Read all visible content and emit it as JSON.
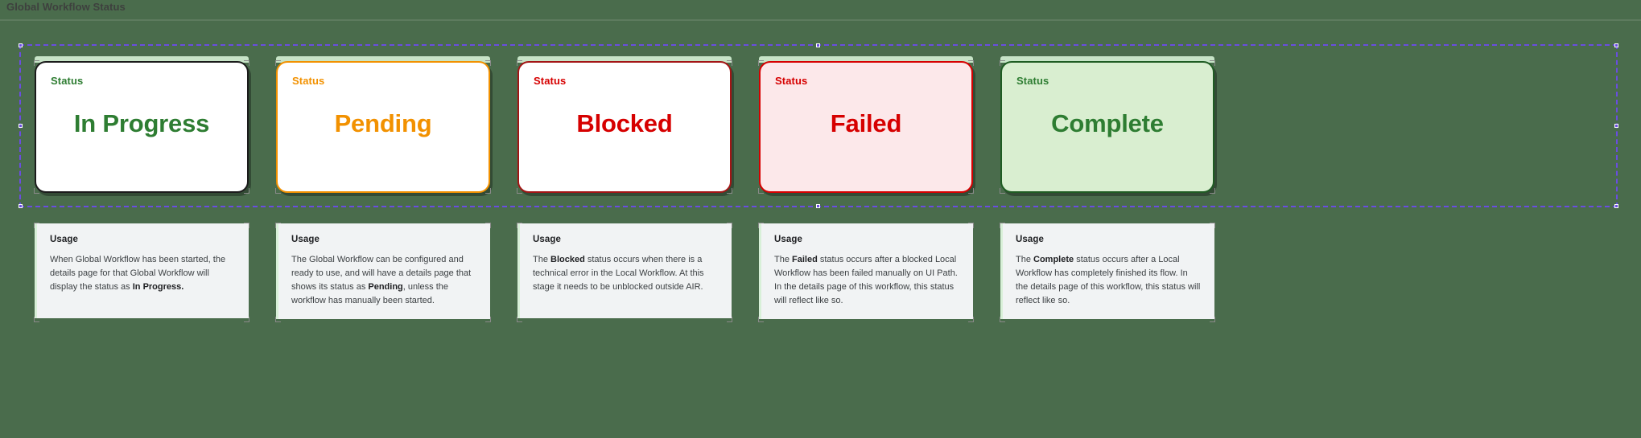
{
  "page": {
    "title": "Global Workflow Status",
    "background_color": "#4a6c4c",
    "selection_color": "#6a4de0"
  },
  "status_cards": [
    {
      "label": "Status",
      "value": "In Progress",
      "text_color": "#2e7d32",
      "border_color": "#1b1b1b",
      "background": "#ffffff",
      "accent": "#c7e4c7"
    },
    {
      "label": "Status",
      "value": "Pending",
      "text_color": "#f29100",
      "border_color": "#f29100",
      "background": "#ffffff",
      "accent": "#c7e4c7"
    },
    {
      "label": "Status",
      "value": "Blocked",
      "text_color": "#d60000",
      "border_color": "#a31515",
      "background": "#ffffff",
      "accent": "#c7e4c7"
    },
    {
      "label": "Status",
      "value": "Failed",
      "text_color": "#d60000",
      "border_color": "#d60000",
      "background": "#fce8ea",
      "accent": "#c7e4c7"
    },
    {
      "label": "Status",
      "value": "Complete",
      "text_color": "#2e7d32",
      "border_color": "#1f5c23",
      "background": "#d9eed0",
      "accent": "#c7e4c7"
    }
  ],
  "usage_cards": [
    {
      "heading": "Usage",
      "body_html": "When Global Workflow has been started, the details page for that Global Workflow will display the status as <b>In Progress.</b>"
    },
    {
      "heading": "Usage",
      "body_html": "The Global Workflow can be configured and ready to use, and will have a details page that shows its status as <b>Pending</b>, unless the workflow has manually been started."
    },
    {
      "heading": "Usage",
      "body_html": "The <b>Blocked</b> status occurs when there is a technical error in the Local Workflow. At this stage it needs to be unblocked outside AIR."
    },
    {
      "heading": "Usage",
      "body_html": "The <b>Failed</b> status occurs after a blocked Local Workflow has been failed manually on UI Path. In the details page of this workflow, this status will reflect like so."
    },
    {
      "heading": "Usage",
      "body_html": "The <b>Complete</b> status occurs after a  Local Workflow has completely finished its flow. In the details page of this workflow, this status will reflect like so."
    }
  ]
}
